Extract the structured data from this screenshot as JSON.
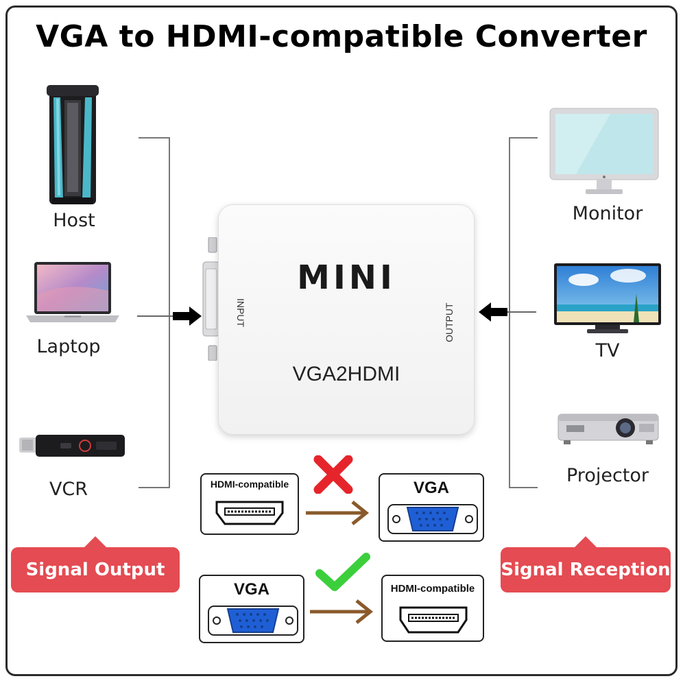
{
  "title": "VGA to HDMI-compatible Converter",
  "sources": {
    "host": "Host",
    "laptop": "Laptop",
    "vcr": "VCR"
  },
  "displays": {
    "monitor": "Monitor",
    "tv": "TV",
    "projector": "Projector"
  },
  "converter": {
    "brand": "MINI",
    "model": "VGA2HDMI",
    "input_label": "INPUT",
    "output_label": "OUTPUT"
  },
  "badges": {
    "left": "Signal Output",
    "right": "Signal Reception"
  },
  "compatibility": {
    "invalid": {
      "from": "HDMI-compatible",
      "to": "VGA"
    },
    "valid": {
      "from": "VGA",
      "to": "HDMI-compatible"
    }
  },
  "colors": {
    "badge": "#e44b52",
    "vga_port": "#1f5fd6",
    "cross": "#e5252b",
    "check": "#3ccf3c",
    "arrow": "#8a5a2b"
  }
}
